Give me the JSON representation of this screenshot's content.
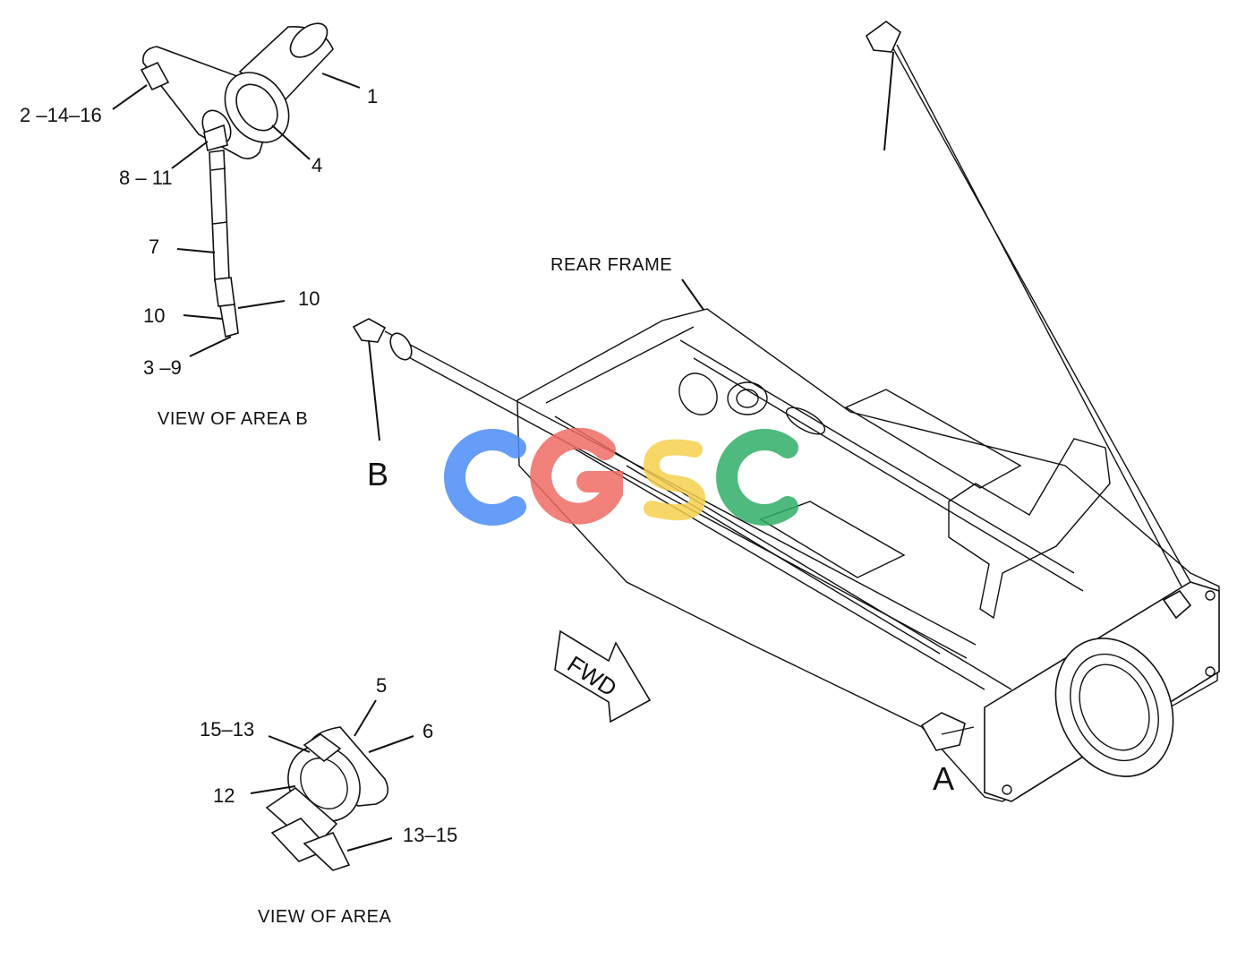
{
  "views": {
    "area_b": {
      "caption": "VIEW OF AREA B"
    },
    "area_a": {
      "caption": "VIEW OF AREA"
    }
  },
  "labels": {
    "rear_frame": "REAR FRAME",
    "fwd_arrow": "FWD",
    "area_a_marker": "A",
    "area_b_marker": "B"
  },
  "callouts_area_b": [
    "1",
    "2 –14–16",
    "4",
    "8 – 11",
    "7",
    "10",
    "10",
    "3 –9"
  ],
  "callouts_area_a": [
    "5",
    "15–13",
    "6",
    "12",
    "13–15"
  ],
  "watermark": {
    "text": "CGSC",
    "colors": [
      "#4a8cf7",
      "#ef6b63",
      "#f6d04d",
      "#2fae66"
    ]
  }
}
